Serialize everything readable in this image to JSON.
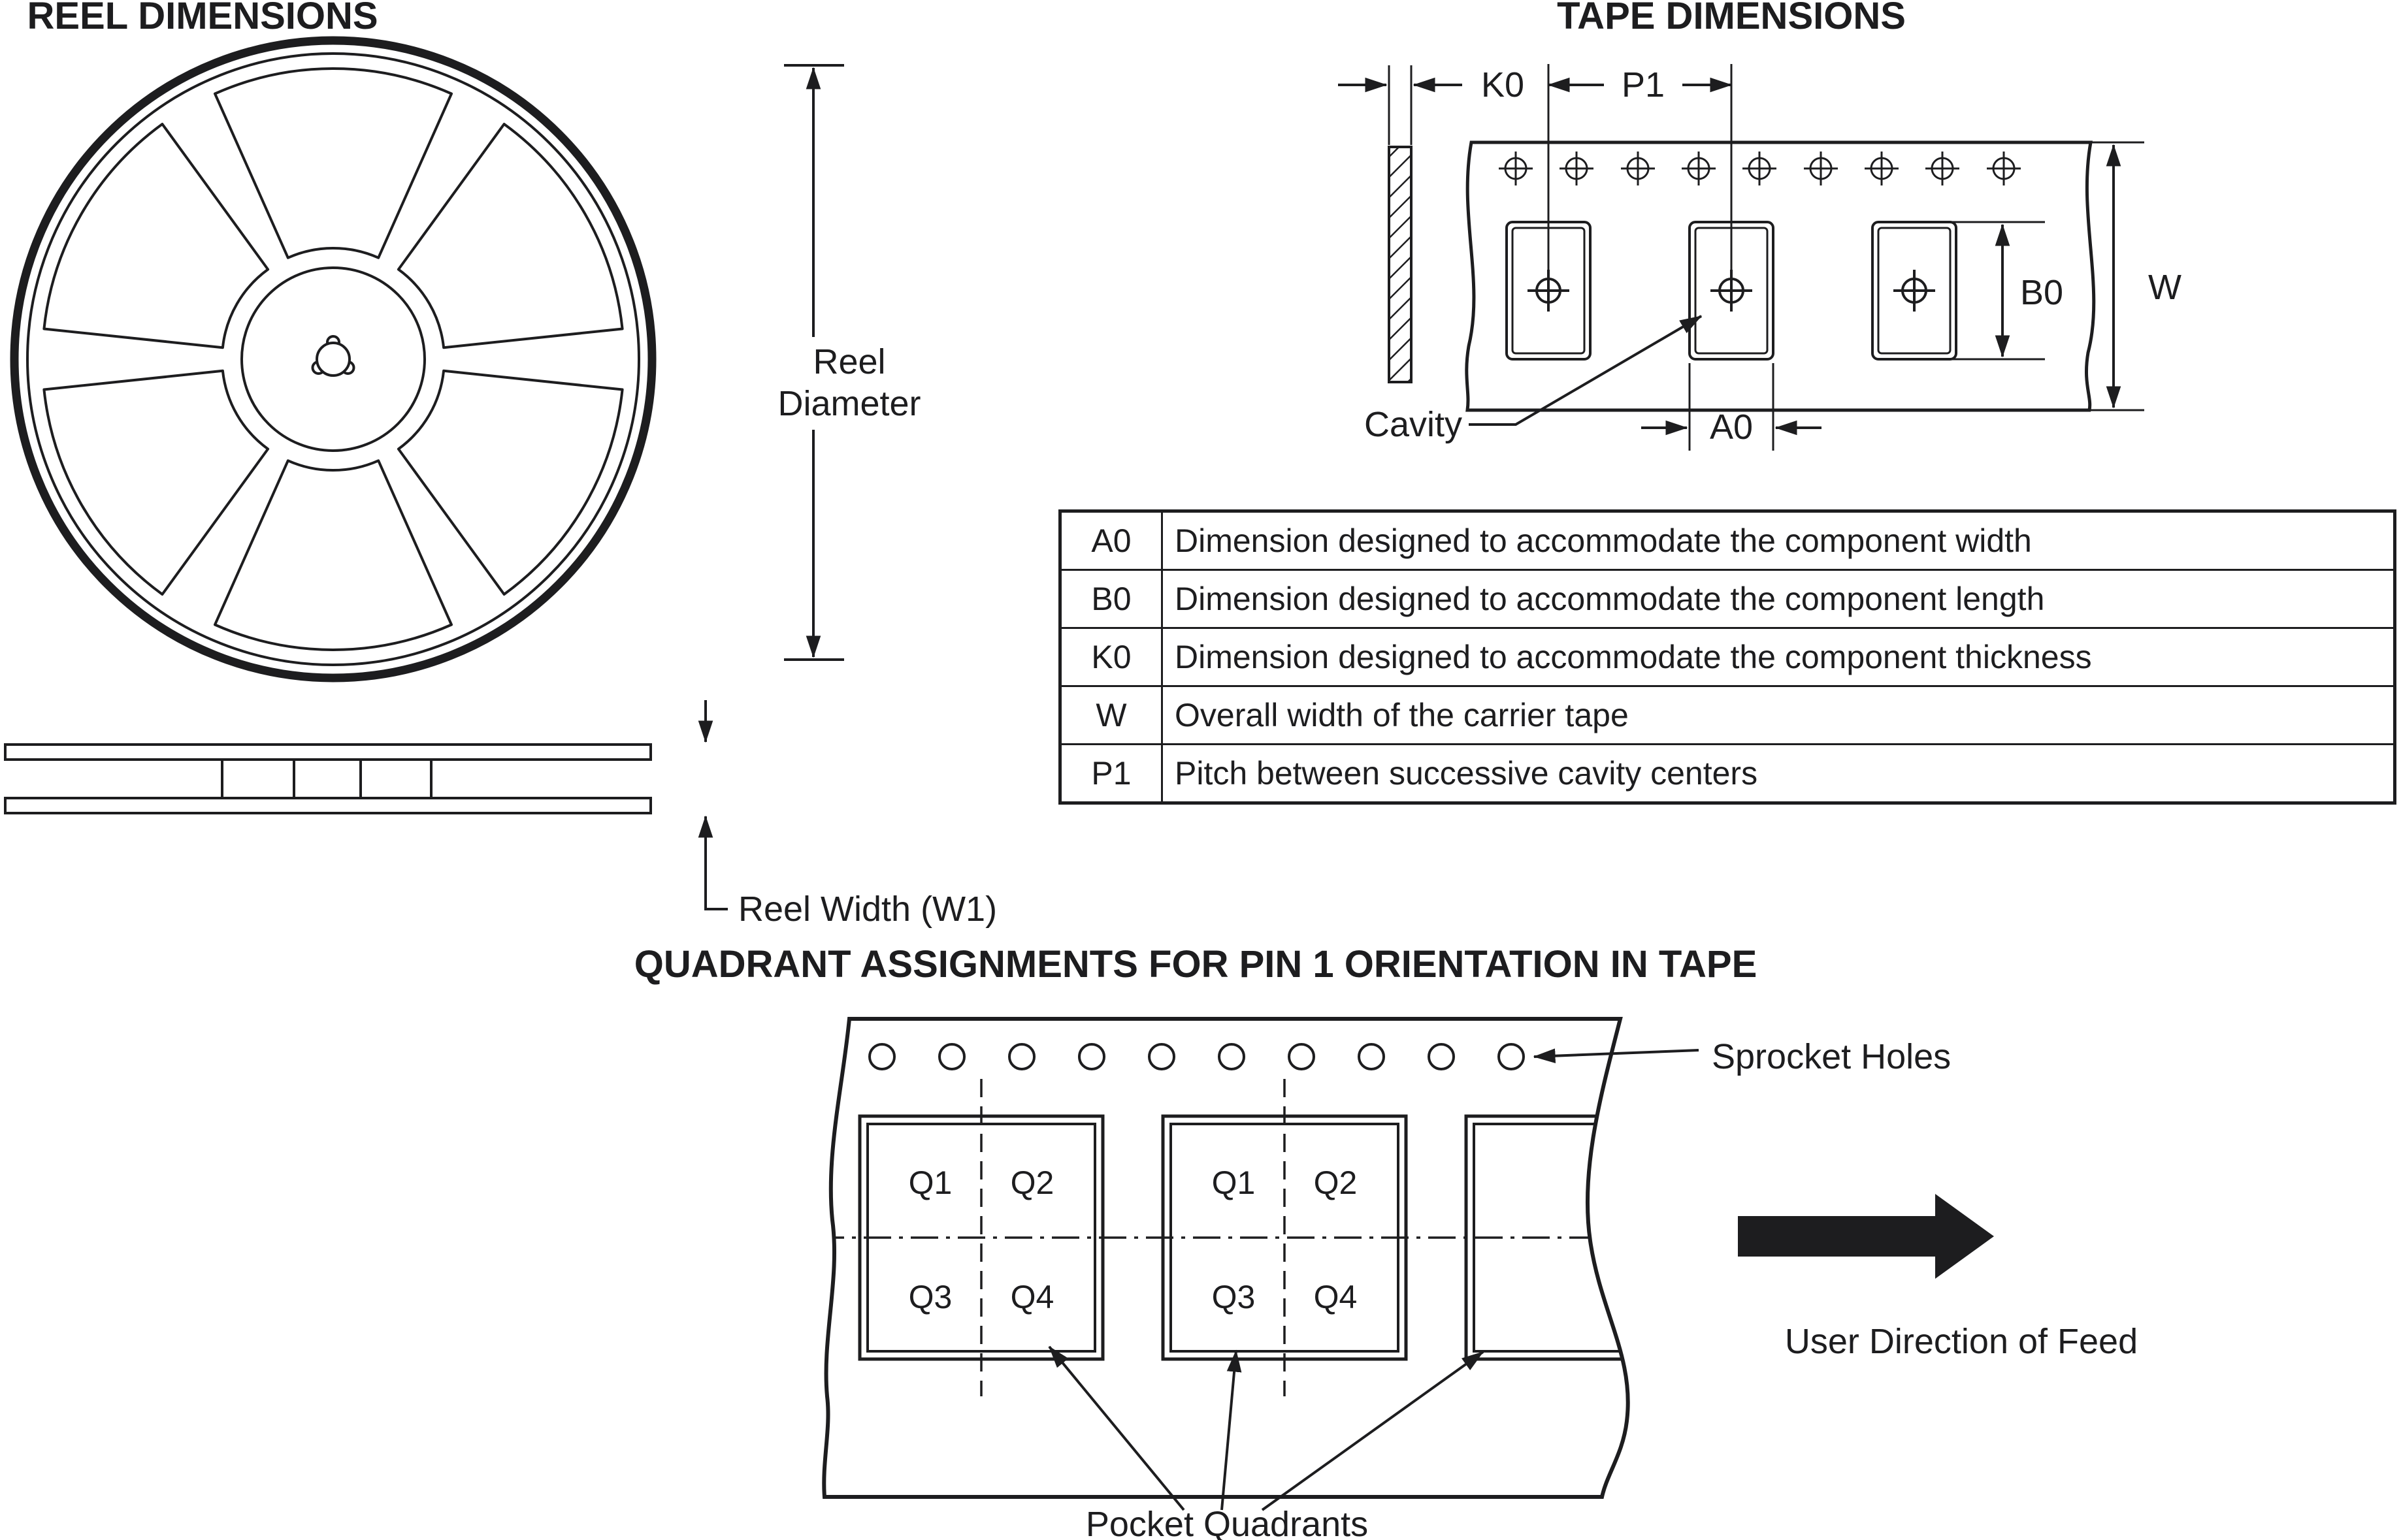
{
  "page": {
    "ink": "#1d1d1f",
    "background": "#ffffff"
  },
  "reel_section": {
    "title": "REEL DIMENSIONS",
    "diameter_label_line1": "Reel",
    "diameter_label_line2": "Diameter",
    "width_label": "Reel Width (W1)"
  },
  "tape_section": {
    "title": "TAPE DIMENSIONS",
    "dim_k0": "K0",
    "dim_p1": "P1",
    "dim_b0": "B0",
    "dim_w": "W",
    "dim_a0": "A0",
    "cavity_label": "Cavity"
  },
  "dimension_table": {
    "rows": [
      {
        "symbol": "A0",
        "description": "Dimension designed to accommodate the component width"
      },
      {
        "symbol": "B0",
        "description": "Dimension designed to accommodate the component length"
      },
      {
        "symbol": "K0",
        "description": "Dimension designed to accommodate the component thickness"
      },
      {
        "symbol": "W",
        "description": "Overall width of the carrier tape"
      },
      {
        "symbol": "P1",
        "description": "Pitch between successive cavity centers"
      }
    ]
  },
  "quadrant_section": {
    "title": "QUADRANT ASSIGNMENTS FOR PIN 1 ORIENTATION IN TAPE",
    "sprocket_holes_label": "Sprocket Holes",
    "pocket_quadrants_label": "Pocket Quadrants",
    "feed_label": "User Direction of Feed",
    "quadrants": {
      "q1": "Q1",
      "q2": "Q2",
      "q3": "Q3",
      "q4": "Q4"
    }
  }
}
